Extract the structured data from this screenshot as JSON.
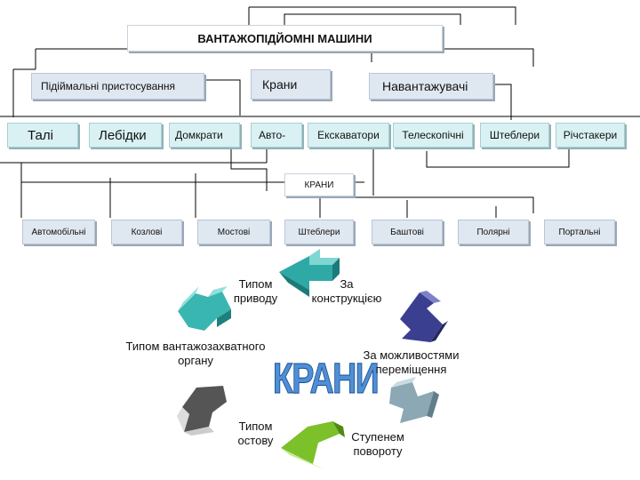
{
  "top": {
    "title": "ВАНТАЖОПІДЙОМНІ МАШИНИ",
    "groups": [
      "Підіймальні пристосування",
      "Крани",
      "Навантажувачі"
    ]
  },
  "row2": [
    "Талі",
    "Лебідки",
    "Домкрати",
    "Авто-",
    "Екскаватори",
    "Телескопічні",
    "Штеблери",
    "Річстакери"
  ],
  "mid_title": "КРАНИ",
  "row3": [
    "Автомобільні",
    "Козлові",
    "Мостові",
    "Штеблери",
    "Баштові",
    "Полярні",
    "Портальні"
  ],
  "cycle": {
    "center_word": "КРАНИ",
    "labels": {
      "drive": "Типом приводу",
      "construction": "За конструкцією",
      "grip": "Типом вантажозахватного органу",
      "movement": "За можливостями переміщення",
      "frame": "Типом остову",
      "rotation": "Ступенем повороту"
    },
    "colors": {
      "teal": "#2fa9a6",
      "navy": "#3a3f8f",
      "gray_blue": "#7f9fab",
      "dark_gray": "#555555",
      "green": "#7cc02a",
      "title_blue": "#4f8fd6"
    }
  }
}
